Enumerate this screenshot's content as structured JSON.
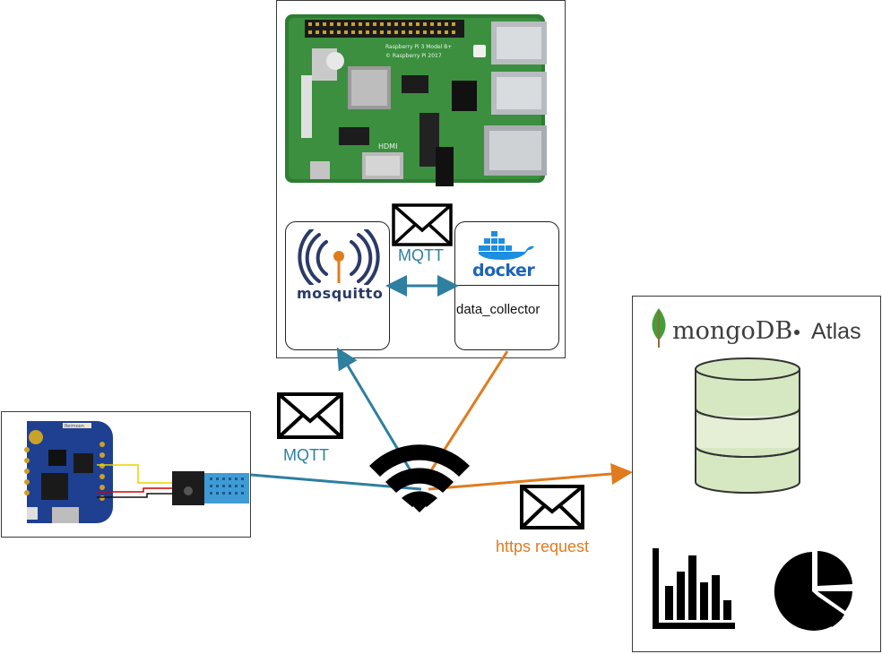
{
  "labels": {
    "mqtt_top": "MQTT",
    "mqtt_left": "MQTT",
    "https": "https request",
    "mosquitto": "mosquitto",
    "docker": "docker",
    "data_collector": "data_collector",
    "mongodb": "mongoDB",
    "atlas": "Atlas",
    "board_text": "Raspberry Pi 3 Model B+",
    "board_year": "© Raspberry Pi 2017",
    "hdmi": "HDMI",
    "wemos_label": "Reimoon"
  },
  "colors": {
    "mqtt": "#2e7fa0",
    "https": "#e07b1f",
    "pcb_green": "#2e7d32",
    "wemos_blue": "#1f3f91",
    "dht_blue": "#3f9bd6",
    "cylinder_fill": "#d6e8c2"
  },
  "icons": [
    "envelope-icon",
    "wifi-icon",
    "bar-chart-icon",
    "pie-chart-icon",
    "mongodb-leaf-icon",
    "docker-whale-icon",
    "mosquitto-icon",
    "database-icon"
  ]
}
